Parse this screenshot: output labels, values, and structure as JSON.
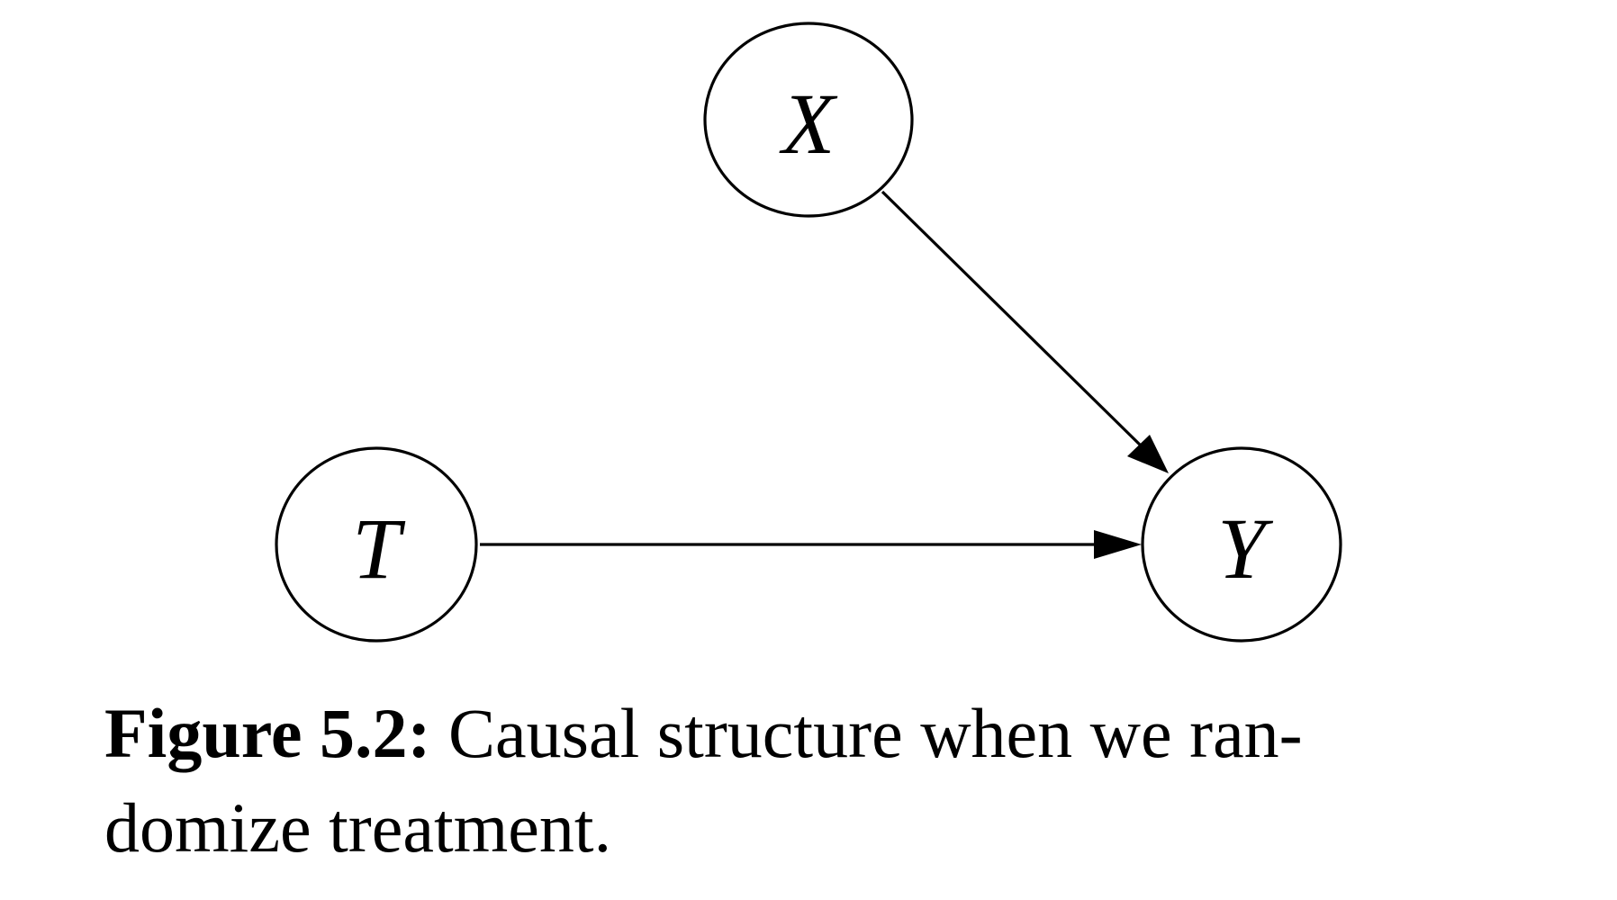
{
  "diagram": {
    "nodes": [
      {
        "id": "x",
        "label": "X"
      },
      {
        "id": "t",
        "label": "T"
      },
      {
        "id": "y",
        "label": "Y"
      }
    ],
    "edges": [
      {
        "from": "X",
        "to": "Y"
      },
      {
        "from": "T",
        "to": "Y"
      }
    ]
  },
  "caption": {
    "label": "Figure 5.2:",
    "line1": "Causal structure when we ran-",
    "line2": "domize treatment."
  }
}
